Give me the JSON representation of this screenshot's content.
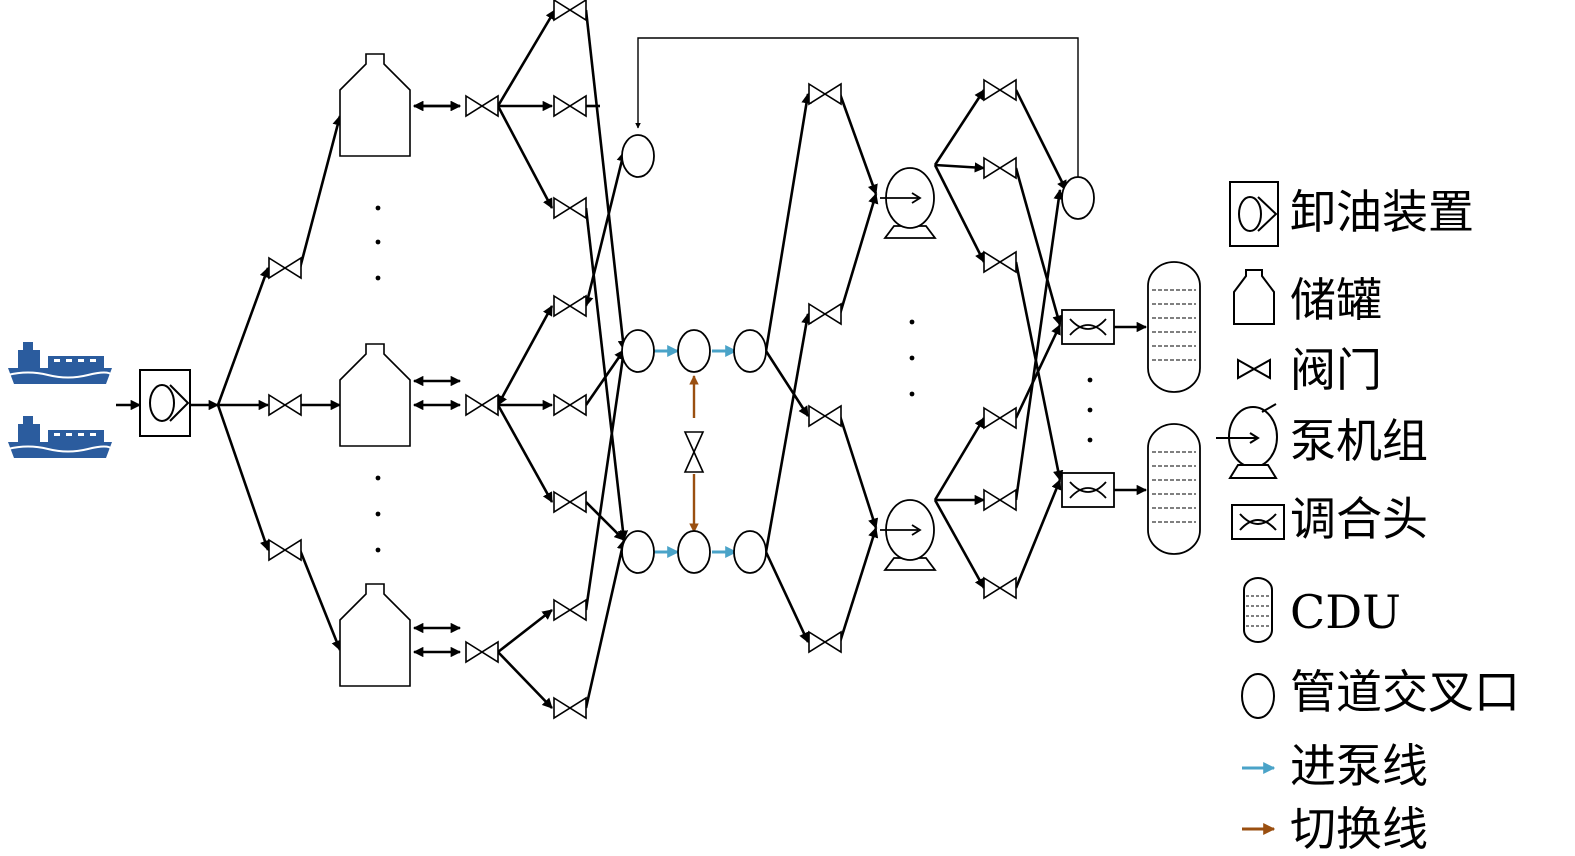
{
  "diagram": {
    "colors": {
      "line": "#000000",
      "pump_in_line": "#4aa3c8",
      "switch_line": "#9a4f10",
      "ship": "#2b5c9e"
    },
    "tank_dots": "·",
    "legend": [
      {
        "id": "unloader",
        "icon": "unloading-device-icon",
        "label": "卸油装置"
      },
      {
        "id": "tank",
        "icon": "storage-tank-icon",
        "label": "储罐"
      },
      {
        "id": "valve",
        "icon": "valve-icon",
        "label": "阀门"
      },
      {
        "id": "pump",
        "icon": "pump-unit-icon",
        "label": "泵机组"
      },
      {
        "id": "blender",
        "icon": "blending-head-icon",
        "label": "调合头"
      },
      {
        "id": "cdu",
        "icon": "cdu-icon",
        "label": "CDU"
      },
      {
        "id": "junction",
        "icon": "pipe-junction-icon",
        "label": "管道交叉口"
      },
      {
        "id": "pump_in",
        "icon": "pump-inlet-line-icon",
        "label": "进泵线"
      },
      {
        "id": "switch",
        "icon": "switch-line-icon",
        "label": "切换线"
      }
    ]
  }
}
